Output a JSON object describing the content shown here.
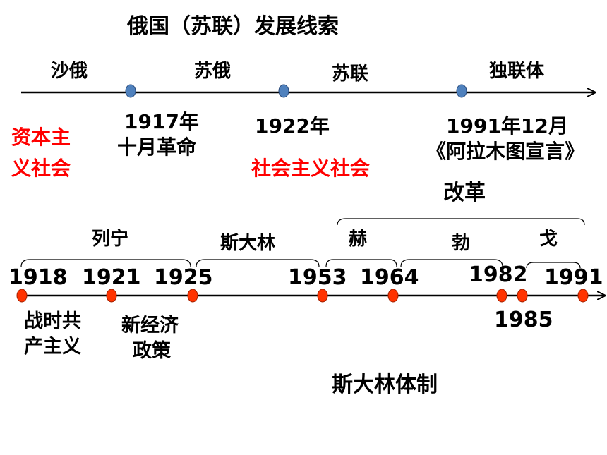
{
  "title": "俄国（苏联）发展线索",
  "top_timeline": {
    "periods": [
      "沙俄",
      "苏俄",
      "苏联",
      "独联体"
    ],
    "events": [
      {
        "line1": "1917年",
        "line2": "十月革命"
      },
      {
        "line1": "1922年",
        "line2": ""
      },
      {
        "line1": "1991年12月",
        "line2": "《阿拉木图宣言》"
      }
    ],
    "red_labels": {
      "capitalism_line1": "资本主",
      "capitalism_line2": "义社会",
      "socialism": "社会主义社会"
    }
  },
  "bottom_timeline": {
    "reform_label": "改革",
    "leaders": [
      "列宁",
      "斯大林",
      "赫",
      "勃",
      "戈"
    ],
    "years": [
      "1918",
      "1921",
      "1925",
      "1953",
      "1964",
      "1982",
      "1985",
      "1991"
    ],
    "policies": {
      "war_communism_line1": "战时共",
      "war_communism_line2": "产主义",
      "nep_line1": "新经济",
      "nep_line2": "政策"
    },
    "system_label": "斯大林体制"
  },
  "colors": {
    "text": "#000000",
    "red_text": "#ff0000",
    "blue_dot": "#4f81bd",
    "red_dot": "#ff3300",
    "dot_stroke": "#2a4a7a"
  }
}
